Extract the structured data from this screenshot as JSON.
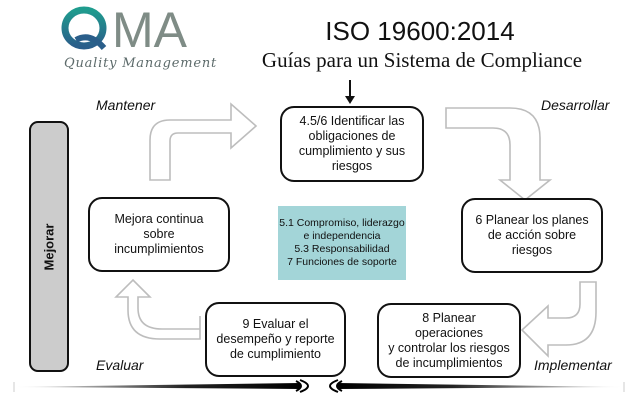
{
  "logo": {
    "letters": "QMA",
    "tagline": "Quality Management",
    "colors": {
      "q_top": "#1f9c8e",
      "q_bottom": "#2a5e8a",
      "ma": "#7f8c86"
    }
  },
  "header": {
    "title": "ISO 19600:2014",
    "subtitle": "Guías para un Sistema de Compliance"
  },
  "phases": {
    "mantener": "Mantener",
    "desarrollar": "Desarrollar",
    "implementar": "Implementar",
    "evaluar": "Evaluar",
    "mejorar": "Mejorar"
  },
  "steps": [
    {
      "id": "identificar",
      "label": "4.5/6 Identificar las\nobligaciones de\ncumplimiento y sus\nriesgos"
    },
    {
      "id": "planear",
      "label": "6 Planear los planes\nde acción sobre\nriesgos"
    },
    {
      "id": "operaciones",
      "label": "8 Planear operaciones\ny controlar los riesgos\nde incumplimientos"
    },
    {
      "id": "evaluar",
      "label": "9 Evaluar el\ndesempeño y reporte\nde cumplimiento"
    },
    {
      "id": "mejora",
      "label": "Mejora continua sobre\nincumplimientos"
    }
  ],
  "center": {
    "label": "5.1 Compromiso, liderazgo\ne independencia\n5.3 Responsabilidad\n7 Funciones de soporte",
    "color": "#a3d5d8"
  },
  "colors": {
    "arrow_stroke": "#bdbdbd",
    "box_border": "#111111",
    "mejorar_bar": "#cccccc"
  }
}
